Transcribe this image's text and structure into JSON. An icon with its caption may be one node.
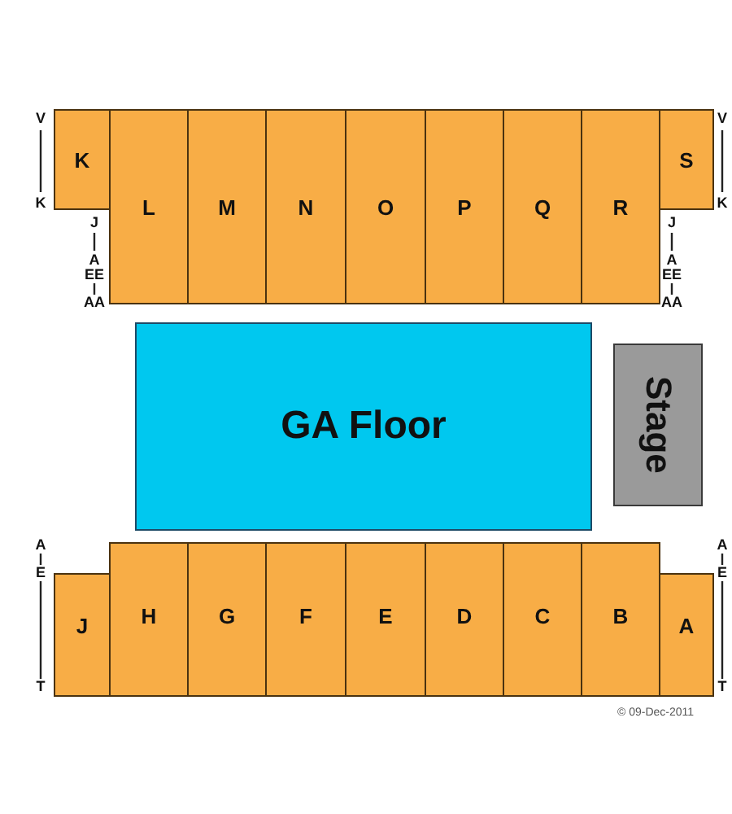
{
  "diagram": {
    "nodes": [
      {
        "text": [
          "K"
        ]
      },
      {
        "text": [
          "L"
        ]
      },
      {
        "text": [
          "M"
        ]
      },
      {
        "text": [
          "N"
        ]
      },
      {
        "text": [
          "O"
        ]
      },
      {
        "text": [
          "P"
        ]
      },
      {
        "text": [
          "Q"
        ]
      },
      {
        "text": [
          "R"
        ]
      },
      {
        "text": [
          "S"
        ]
      },
      {
        "text": [
          "GA Floor"
        ]
      },
      {
        "text": [
          "Stage"
        ]
      },
      {
        "text": [
          "J"
        ]
      },
      {
        "text": [
          "H"
        ]
      },
      {
        "text": [
          "G"
        ]
      },
      {
        "text": [
          "F"
        ]
      },
      {
        "text": [
          "E"
        ]
      },
      {
        "text": [
          "D"
        ]
      },
      {
        "text": [
          "C"
        ]
      },
      {
        "text": [
          "B"
        ]
      },
      {
        "text": [
          "A"
        ]
      }
    ],
    "labels": [
      "V",
      "K",
      "J",
      "A",
      "EE",
      "AA",
      "V",
      "K",
      "J",
      "A",
      "EE",
      "AA",
      "A",
      "E",
      "T",
      "A",
      "E",
      "T",
      "© 09-Dec-2011"
    ]
  }
}
